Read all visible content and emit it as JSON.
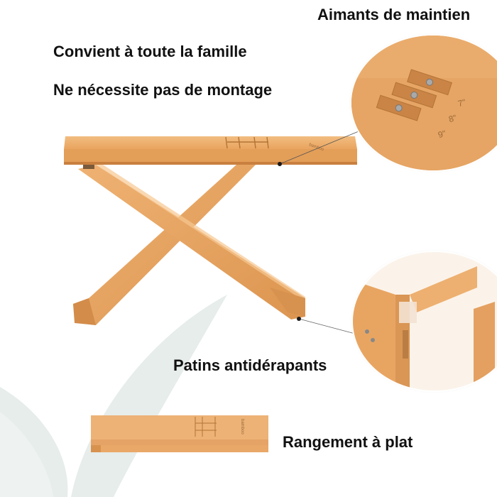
{
  "labels": {
    "magnets": "Aimants de maintien",
    "family": "Convient à toute la famille",
    "no_assembly": "Ne nécessite pas de montage",
    "anti_slip": "Patins antidérapants",
    "flat_storage": "Rangement à plat"
  },
  "detail_magnets": {
    "heights": [
      "7\"",
      "8\"",
      "9\""
    ]
  },
  "colors": {
    "wood": "#E9A45F",
    "wood_light": "#F2BD80",
    "wood_dark": "#C9803F",
    "leaf": "#E6EDEA",
    "text": "#111111"
  }
}
